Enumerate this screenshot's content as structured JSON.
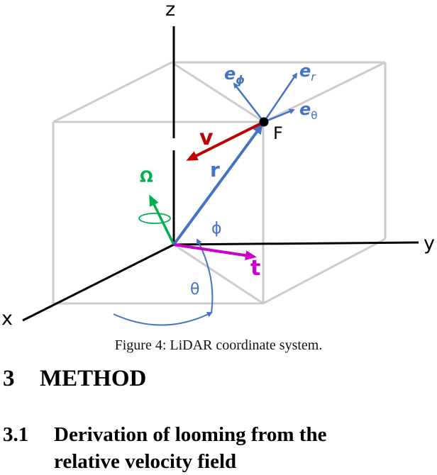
{
  "figure": {
    "axes": {
      "x": "x",
      "y": "y",
      "z": "z"
    },
    "point_label": "F",
    "vectors": {
      "v": {
        "label": "v",
        "color": "#c00000"
      },
      "r": {
        "label": "r",
        "color": "#4472c4"
      },
      "omega": {
        "label": "Ω",
        "color": "#00b050"
      },
      "t": {
        "label": "t",
        "color": "#cc00cc"
      }
    },
    "unit_vectors": {
      "e_phi": "e",
      "e_phi_sub": "ϕ",
      "e_r": "e",
      "e_r_sub": "r",
      "e_theta": "e",
      "e_theta_sub": "θ"
    },
    "angles": {
      "phi": "ϕ",
      "theta": "θ"
    }
  },
  "caption": "Figure 4: LiDAR coordinate system.",
  "section": {
    "number": "3",
    "title": "METHOD"
  },
  "subsection": {
    "number": "3.1",
    "title_line1": "Derivation of looming from the",
    "title_line2": "relative velocity field"
  }
}
